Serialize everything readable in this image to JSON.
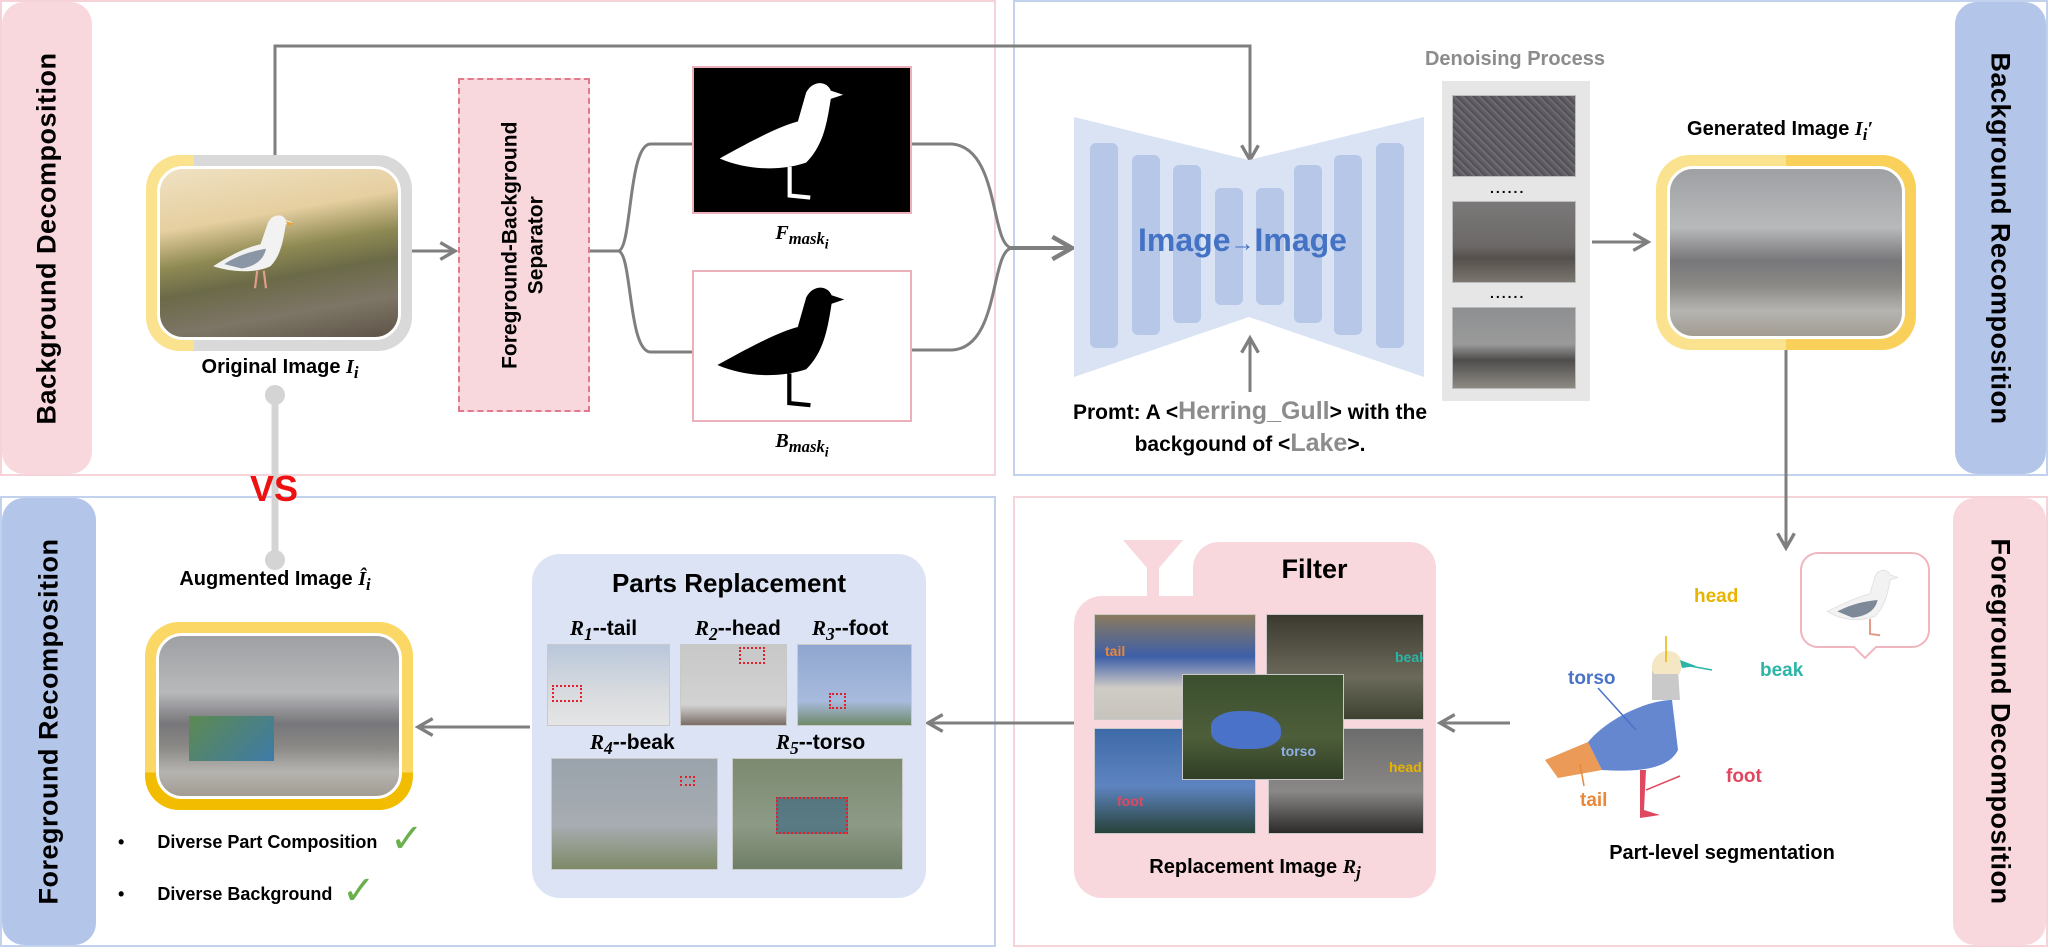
{
  "panels": {
    "background_decomposition": "Background Decomposition",
    "background_recomposition": "Background Recomposition",
    "foreground_recomposition": "Foreground Recomposition",
    "foreground_decomposition": "Foreground Decomposition"
  },
  "background_decomposition": {
    "original_image_label": "Original Image",
    "original_image_symbol": "I",
    "original_image_subscript": "i",
    "separator_line1": "Foreground-Background",
    "separator_line2": "Separator",
    "fmask_symbol": "F",
    "fmask_subscript": "mask",
    "fmask_sub_sub": "i",
    "bmask_symbol": "B",
    "bmask_subscript": "mask",
    "bmask_sub_sub": "i"
  },
  "background_recomposition": {
    "unet_label_left": "Image",
    "unet_arrow": "→",
    "unet_label_right": "Image",
    "denoising_title": "Denoising Process",
    "ellipsis": "......",
    "prompt_prefix": "Promt: A <",
    "prompt_class": "Herring_Gull",
    "prompt_middle": "> with the",
    "prompt_line2_prefix": "backgound of <",
    "prompt_background": "Lake",
    "prompt_suffix": ">.",
    "generated_image_label": "Generated Image",
    "generated_image_symbol": "I",
    "generated_image_subscript": "i",
    "generated_image_prime": "′"
  },
  "comparison": {
    "vs_label": "VS"
  },
  "foreground_recomposition": {
    "augmented_image_label": "Augmented Image",
    "augmented_image_symbol": "Î",
    "augmented_image_subscript": "i",
    "benefits": [
      {
        "text": "Diverse Part Composition",
        "check": "✓"
      },
      {
        "text": "Diverse Background",
        "check": "✓"
      }
    ],
    "bullet": "•"
  },
  "parts_replacement": {
    "title": "Parts Replacement",
    "parts": [
      {
        "symbol": "R",
        "index": "1",
        "name": "--tail"
      },
      {
        "symbol": "R",
        "index": "2",
        "name": "--head"
      },
      {
        "symbol": "R",
        "index": "3",
        "name": "--foot"
      },
      {
        "symbol": "R",
        "index": "4",
        "name": "--beak"
      },
      {
        "symbol": "R",
        "index": "5",
        "name": "--torso"
      }
    ]
  },
  "filter": {
    "title": "Filter",
    "replacement_label": "Replacement Image",
    "replacement_symbol": "R",
    "replacement_subscript": "j",
    "tags": {
      "tail": "tail",
      "beak": "beak",
      "torso": "torso",
      "foot": "foot",
      "head": "head"
    }
  },
  "segmentation": {
    "caption": "Part-level segmentation",
    "labels": {
      "head": "head",
      "beak": "beak",
      "torso": "torso",
      "foot": "foot",
      "tail": "tail"
    }
  },
  "colors": {
    "pink_panel": "#f8d8dd",
    "blue_panel": "#b3c5e8",
    "unet_blue": "#4472c4",
    "gray_text": "#8c8c8c",
    "vs_red": "#ee1111",
    "frame_yellow": "#f2bc00",
    "check_green": "#6ab04c",
    "head": "#e8b400",
    "beak": "#2bb5a8",
    "torso": "#4a72c8",
    "foot": "#e04860",
    "tail": "#e8883a"
  }
}
